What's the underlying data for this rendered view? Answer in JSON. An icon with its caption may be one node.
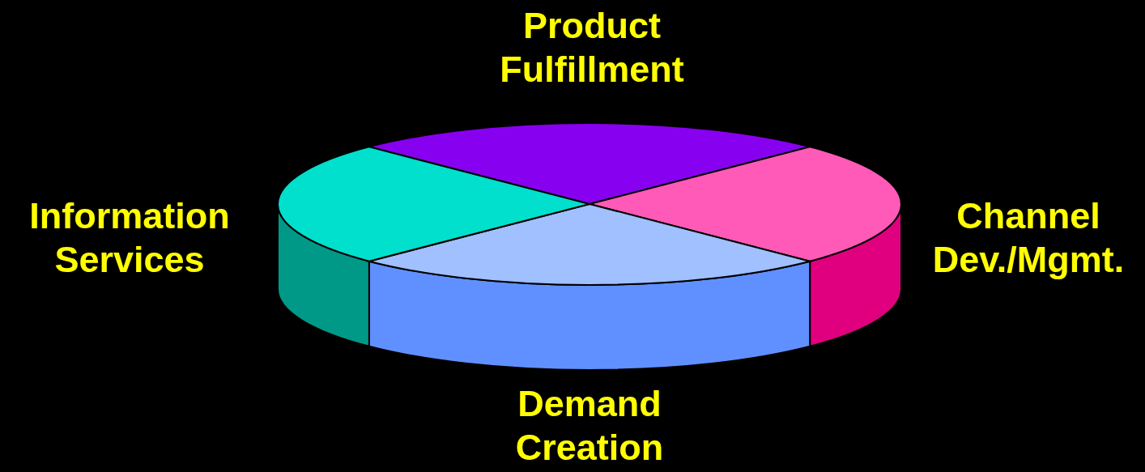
{
  "diagram": {
    "labels": [
      "Product Fulfillment",
      "Information Services",
      "Channel Dev./Mgmt.",
      "Demand Creation"
    ]
  }
}
